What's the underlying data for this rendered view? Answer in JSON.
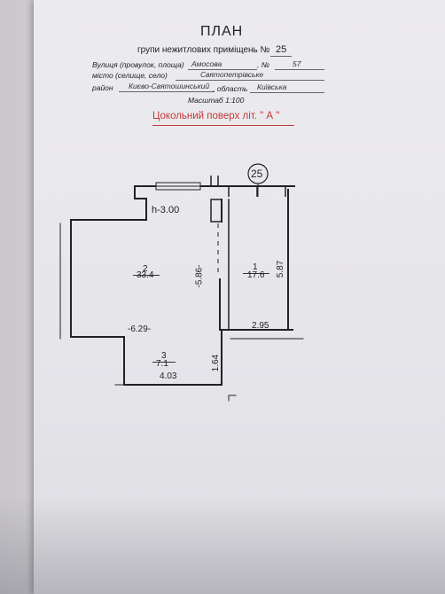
{
  "document": {
    "title": "ПЛАН",
    "subtitle_prefix": "групи нежитлових приміщень №",
    "group_number": "25",
    "street_label": "Вулиця (провулок, площа)",
    "street_value": "Амосова",
    "house_label": ", №",
    "house_value": "57",
    "city_label": "місто (селище, село)",
    "city_value": "Святопетрівське",
    "district_label": "район",
    "district_value": "Києво-Святошинський",
    "region_label": ", область",
    "region_value": "Київська",
    "scale": "Масштаб 1:100",
    "floor_title": "Цокольний поверх літ. \" А \""
  },
  "plan": {
    "unit_badge": "25",
    "ceiling_height": "h-3.00",
    "rooms": [
      {
        "number": "2",
        "area": "33.4"
      },
      {
        "number": "1",
        "area": "17.6"
      },
      {
        "number": "3",
        "area": "7.1"
      }
    ],
    "dimensions": {
      "room2_width": "-6.29-",
      "room2_depth": "-5.86-",
      "room1_depth": "5.87",
      "room1_width": "2.95",
      "room3_width": "4.03",
      "room3_depth": "1.64"
    }
  },
  "colors": {
    "paper": "#e9e8ec",
    "ink": "#222222",
    "floor_title": "#c43a3a"
  }
}
